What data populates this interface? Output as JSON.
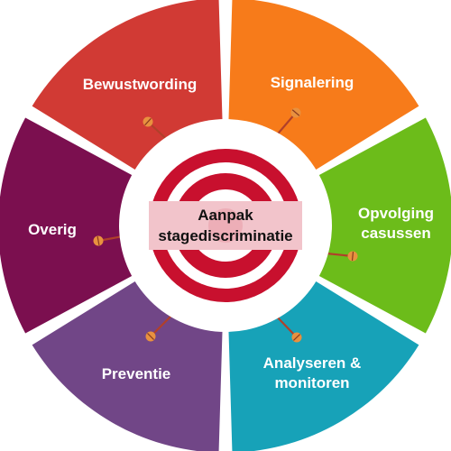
{
  "center": {
    "line1": "Aanpak",
    "line2": "stagediscriminatie",
    "ring_color": "#c8102e",
    "band_color": "#f2c4cb"
  },
  "segments": [
    {
      "id": "bewustwording",
      "label_lines": [
        "Bewustwording"
      ],
      "color": "#d13a34"
    },
    {
      "id": "signalering",
      "label_lines": [
        "Signalering"
      ],
      "color": "#f77b1a"
    },
    {
      "id": "opvolging",
      "label_lines": [
        "Opvolging",
        "casussen"
      ],
      "color": "#6cbc1a"
    },
    {
      "id": "analyseren",
      "label_lines": [
        "Analyseren &",
        "monitoren"
      ],
      "color": "#17a2b8"
    },
    {
      "id": "preventie",
      "label_lines": [
        "Preventie"
      ],
      "color": "#714687"
    },
    {
      "id": "overig",
      "label_lines": [
        "Overig"
      ],
      "color": "#7b0f4f"
    }
  ],
  "dart": {
    "icon": "dart-icon",
    "shaft_color": "#b0402a",
    "flight_color": "#e8913f"
  }
}
